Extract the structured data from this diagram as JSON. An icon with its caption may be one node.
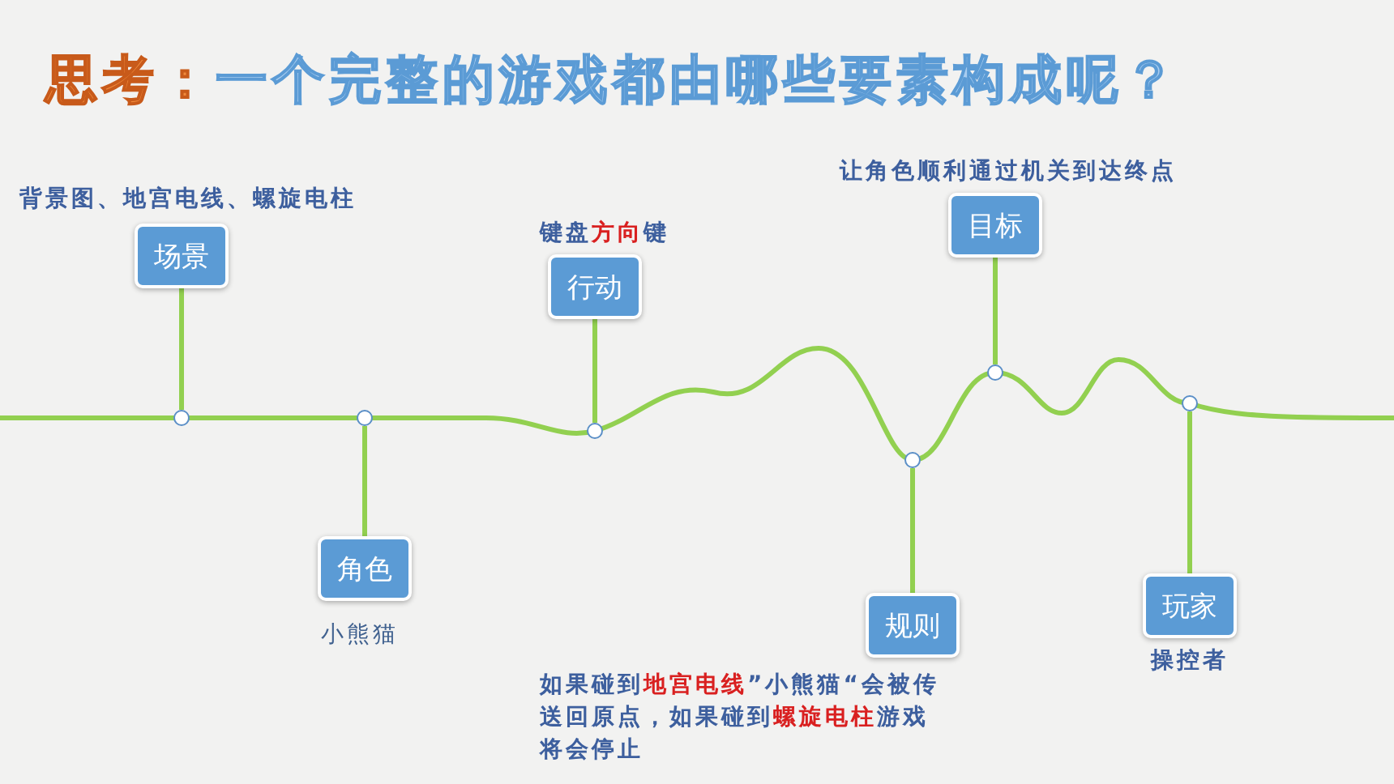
{
  "diagram": {
    "title": "**思考：**一个完整的游戏都由哪些要素构成呢？",
    "nodes": [
      {
        "text": [
          "场景"
        ],
        "beside": [
          "背景图、地宫电线、螺旋电柱"
        ]
      },
      {
        "text": [
          "角色"
        ],
        "beside": [
          "小熊猫"
        ]
      },
      {
        "text": [
          "行动"
        ],
        "beside": [
          "键盘**方向**键"
        ]
      },
      {
        "text": [
          "规则"
        ],
        "beside": [
          "如果碰到**地宫电线**”小熊猫“会被传送回原点，如果碰到**螺旋电柱**游戏将会停止"
        ]
      },
      {
        "text": [
          "目标"
        ],
        "beside": [
          "让角色顺利通过机关到达终点"
        ]
      },
      {
        "text": [
          "玩家"
        ],
        "beside": [
          "操控者"
        ]
      },
      {
        "text": [],
        "shape": "circle"
      },
      {
        "text": [],
        "shape": "circle"
      },
      {
        "text": [],
        "shape": "circle"
      },
      {
        "text": [],
        "shape": "circle"
      },
      {
        "text": [],
        "shape": "circle"
      },
      {
        "text": [],
        "shape": "circle"
      }
    ],
    "edges": [
      {
        "from": 0,
        "to": 6,
        "arrow": "none"
      },
      {
        "from": 1,
        "to": 7,
        "arrow": "none"
      },
      {
        "from": 2,
        "to": 8,
        "arrow": "none"
      },
      {
        "from": 3,
        "to": 9,
        "arrow": "none"
      },
      {
        "from": 4,
        "to": 10,
        "arrow": "none"
      },
      {
        "from": 5,
        "to": 11,
        "arrow": "none"
      }
    ]
  }
}
